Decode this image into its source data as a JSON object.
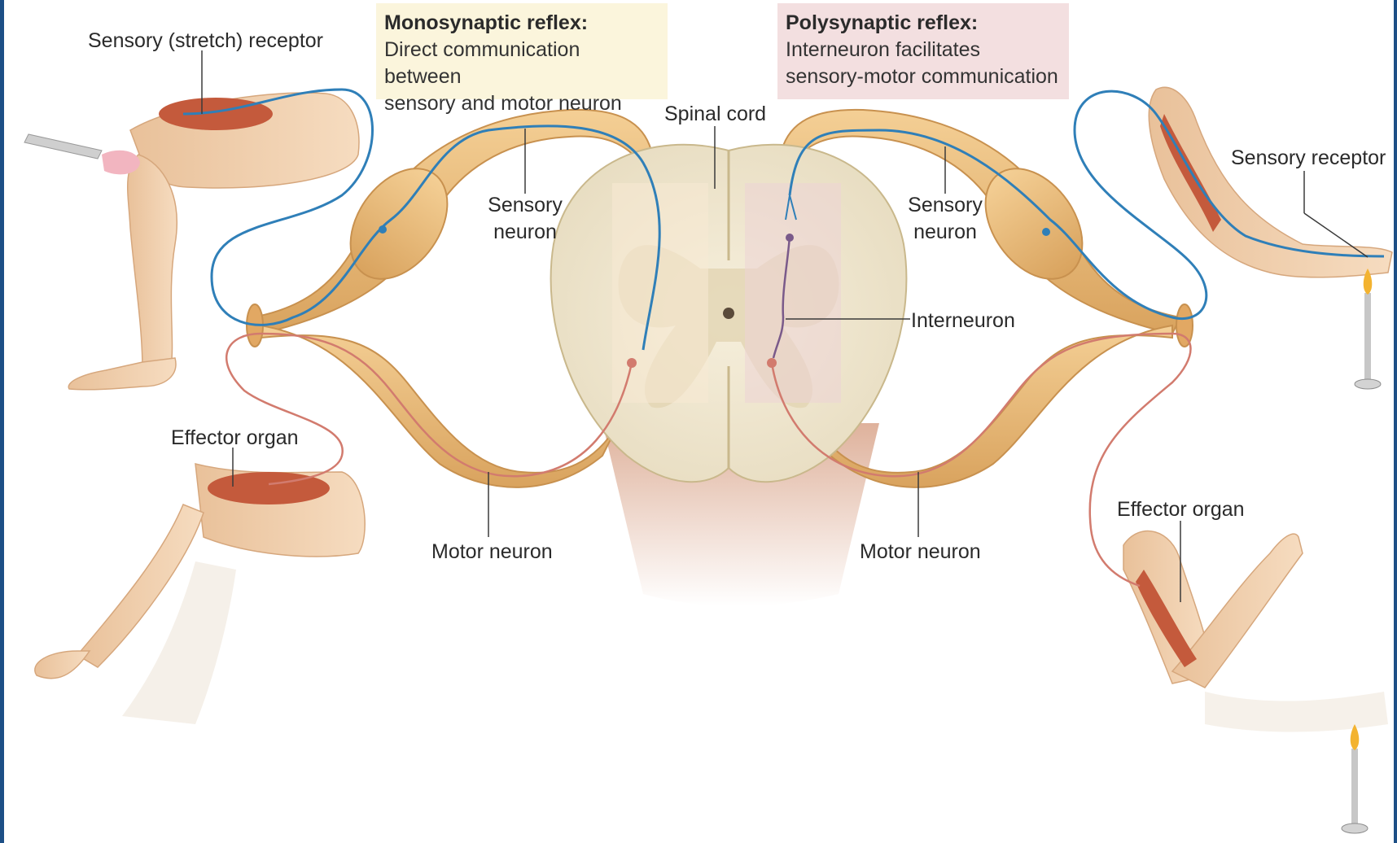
{
  "callouts": {
    "monosynaptic": {
      "title": "Monosynaptic reflex:",
      "line1": "Direct communication between",
      "line2": "sensory and motor neuron"
    },
    "polysynaptic": {
      "title": "Polysynaptic reflex:",
      "line1": "Interneuron facilitates",
      "line2": "sensory-motor communication"
    }
  },
  "labels": {
    "spinal_cord": "Spinal cord",
    "sensory_stretch_receptor": "Sensory (stretch) receptor",
    "sensory_neuron_left_l1": "Sensory",
    "sensory_neuron_left_l2": "neuron",
    "sensory_neuron_right_l1": "Sensory",
    "sensory_neuron_right_l2": "neuron",
    "interneuron": "Interneuron",
    "sensory_receptor": "Sensory receptor",
    "effector_organ_left": "Effector organ",
    "effector_organ_right": "Effector organ",
    "motor_neuron_left": "Motor neuron",
    "motor_neuron_right": "Motor neuron"
  },
  "colors": {
    "nerve": "#e6b473",
    "sensory_neuron": "#2f7fb8",
    "motor_neuron": "#d27b6e",
    "interneuron": "#7a5a8a",
    "spinal_cord": "#efe7d2",
    "skin": "#f2d2b0",
    "muscle": "#c45a3c",
    "frame": "#1d4f86"
  }
}
